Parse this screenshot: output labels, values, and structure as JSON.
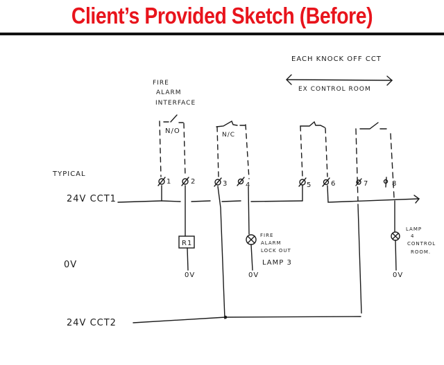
{
  "title": "Client’s Provided Sketch (Before)",
  "colors": {
    "title": "#e8141c",
    "ink": "#1a1a1a",
    "background": "#ffffff"
  },
  "annotations": {
    "each_knock_off": "EACH KNOCK OFF CCT",
    "ex_control_room": "EX CONTROL ROOM",
    "fire_alarm_interface": [
      "FIRE",
      "ALARM",
      "INTERFACE"
    ],
    "typical": "TYPICAL"
  },
  "rails": {
    "cct1": "24V CCT1",
    "zero_v": "0V",
    "cct2": "24V CCT2"
  },
  "contacts": [
    {
      "type": "N/O",
      "terminals": [
        "1",
        "2"
      ]
    },
    {
      "type": "N/C",
      "terminals": [
        "3",
        "4"
      ]
    },
    {
      "type": "",
      "terminals": [
        "5",
        "6"
      ]
    },
    {
      "type": "",
      "terminals": [
        "7",
        "8"
      ]
    }
  ],
  "components": {
    "relay": "R1",
    "lamp3_label": [
      "FIRE",
      "ALARM",
      "LOCK OUT"
    ],
    "lamp3_name": "LAMP 3",
    "lamp4_label": [
      "LAMP",
      "4",
      "CONTROL",
      "ROOM."
    ],
    "zero_v_terminal": "0V"
  }
}
